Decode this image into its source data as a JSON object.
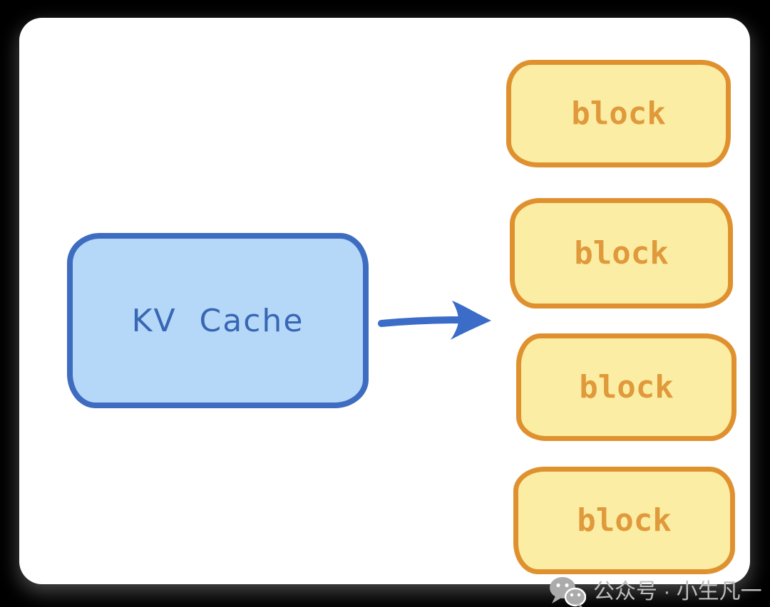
{
  "canvas": {
    "background_color": "#000000",
    "card_background_color": "#ffffff"
  },
  "diagram": {
    "kv_cache_node": {
      "label": "KV Cache",
      "fill_color": "#B5D7F8",
      "border_color": "#3E6CC1",
      "text_color": "#3767B5"
    },
    "arrow": {
      "direction": "right",
      "color": "#3B6CC7"
    },
    "blocks": [
      {
        "label": "block"
      },
      {
        "label": "block"
      },
      {
        "label": "block"
      },
      {
        "label": "block"
      }
    ],
    "block_style": {
      "fill_color": "#FBEEA4",
      "border_color": "#E0912F",
      "text_color": "#E0993B"
    }
  },
  "watermark": {
    "icon": "wechat-icon",
    "text": "公众号 · 小生凡一",
    "color": "#BDBDBD"
  }
}
